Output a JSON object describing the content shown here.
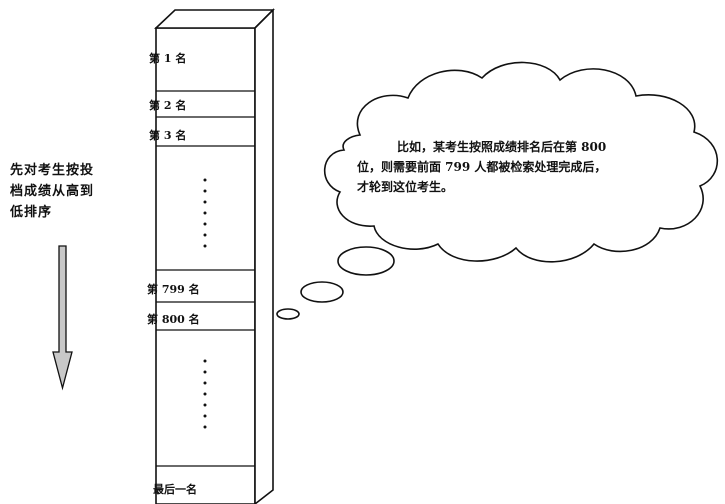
{
  "left_note": {
    "lines": [
      "先对考生按投",
      "档成绩从高到",
      "低排序"
    ]
  },
  "ranks": {
    "first": "第 1 名",
    "second": "第 2 名",
    "third": "第 3 名",
    "r799": "第 799 名",
    "r800": "第 800 名",
    "last": "最后一名"
  },
  "thought": {
    "lines": [
      "比如，某考生按照成绩排名后在第 800",
      "位，则需要前面 799 人都被检索处理完成后，",
      "才轮到这位考生。"
    ]
  },
  "colors": {
    "arrow_fill": "#c8c8c8",
    "stroke": "#111111"
  }
}
